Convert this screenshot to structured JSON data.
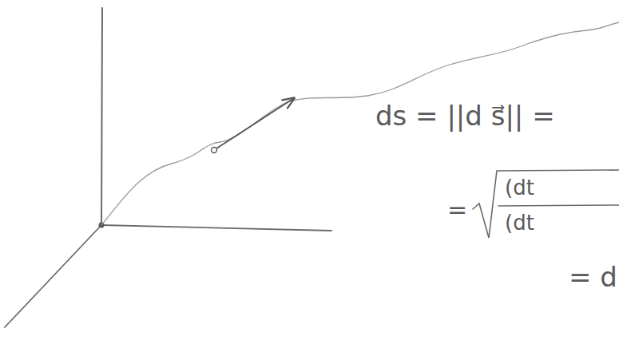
{
  "diagram": {
    "labels": [
      "ds = ||d s⃗|| =",
      "=",
      "(dt",
      "(dt",
      "= d"
    ]
  }
}
